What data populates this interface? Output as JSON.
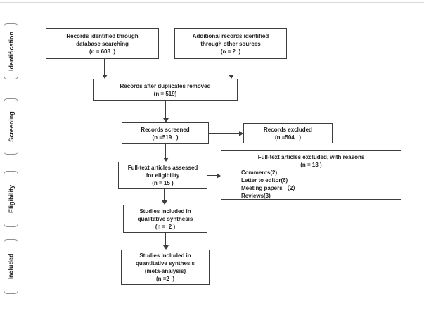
{
  "colors": {
    "background": "#ffffff",
    "text": "#1f1f1f",
    "box_border": "#3d3d3d",
    "sidebar_border": "#8f8f8f"
  },
  "sidebar": {
    "items": [
      {
        "label": "Identification"
      },
      {
        "label": "Screening"
      },
      {
        "label": "Eligibility"
      },
      {
        "label": "Included"
      }
    ]
  },
  "flow": {
    "identified_db": {
      "lines": [
        "Records identified through",
        "database searching",
        "(n = 608  )"
      ]
    },
    "identified_other": {
      "lines": [
        "Additional records identified",
        "through other sources",
        "(n = 2  )"
      ]
    },
    "after_duplicates": {
      "lines": [
        "Records after duplicates removed",
        "(n = 519)"
      ]
    },
    "screened": {
      "lines": [
        "Records screened",
        "(n =519   )"
      ]
    },
    "excluded": {
      "lines": [
        "Records excluded",
        "(n =504   )"
      ]
    },
    "fulltext_assessed": {
      "lines": [
        "Full-text articles assessed",
        "for eligibility",
        "(n = 15 )"
      ]
    },
    "fulltext_excluded": {
      "title_lines": [
        "Full-text articles excluded, with reasons",
        "(n = 13 )"
      ],
      "reasons": [
        "Comments(2)",
        "Letter to editor(6)",
        "Meeting papers （2）",
        "Reviews(3)"
      ]
    },
    "qualitative": {
      "lines": [
        "Studies included in",
        "qualitative synthesis",
        "(n =  2 )"
      ]
    },
    "quantitative": {
      "lines": [
        "Studies included in",
        "quantitative synthesis",
        "(meta-analysis)",
        "(n =2  )"
      ]
    }
  }
}
